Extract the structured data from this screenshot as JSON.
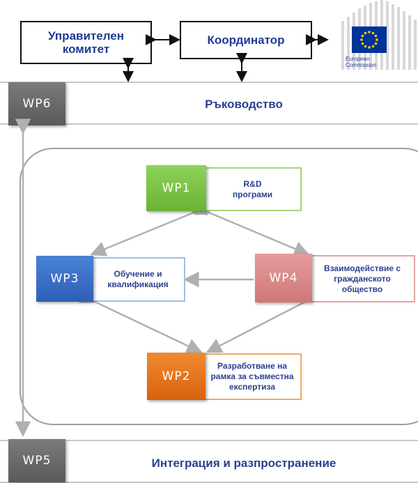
{
  "top": {
    "steering_committee": "Управителен\nкомитет",
    "coordinator": "Координатор",
    "ec_logo_line1": "European",
    "ec_logo_line2": "Commission"
  },
  "bands": {
    "wp6": {
      "tag": "WP6",
      "title": "Ръководство"
    },
    "wp5": {
      "tag": "WP5",
      "title": "Интеграция и разпространение"
    }
  },
  "work_packages": {
    "wp1": {
      "tag": "WP1",
      "label": "R&D\nпрограми",
      "color": "#7cc242"
    },
    "wp2": {
      "tag": "WP2",
      "label": "Разработване на\nрамка за съвместна\nекспертиза",
      "color": "#e8701a"
    },
    "wp3": {
      "tag": "WP3",
      "label": "Обучение и\nквалификация",
      "color": "#3a6fc4"
    },
    "wp4": {
      "tag": "WP4",
      "label": "Взаимодействие с\nгражданското\nобщество",
      "color": "#d98585"
    }
  },
  "colors": {
    "gray_tag": "#666666",
    "text_blue": "#2a3f8f",
    "connector": "#b0b0b0",
    "eu_blue": "#003399",
    "eu_star": "#ffcc00"
  }
}
